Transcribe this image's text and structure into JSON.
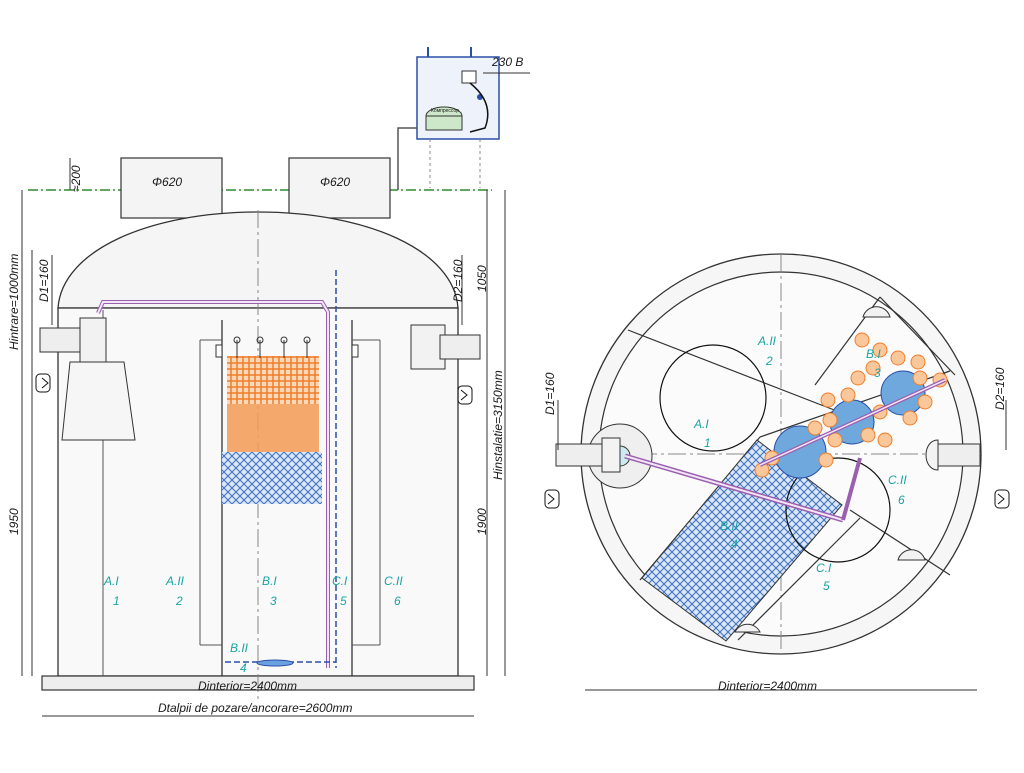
{
  "power": {
    "label": "230 В",
    "compressor": "Компрессор"
  },
  "side_view": {
    "top_offset": "≈200",
    "cover_left": "Φ620",
    "cover_right": "Φ620",
    "h_intrare": "Hintrare=1000mm",
    "d1": "D1=160",
    "d2": "D2=160",
    "h_1050": "1050",
    "h_instalatie": "Hinstalatie=3150mm",
    "h_1950": "1950",
    "h_1900": "1900",
    "d_interior": "Dinterior=2400mm",
    "d_talpii": "Dtalpii de pozare/ancorare=2600mm",
    "zones": [
      {
        "code": "A.I",
        "num": "1"
      },
      {
        "code": "A.II",
        "num": "2"
      },
      {
        "code": "B.I",
        "num": "3"
      },
      {
        "code": "C.I",
        "num": "5"
      },
      {
        "code": "C.II",
        "num": "6"
      },
      {
        "code": "B.II",
        "num": "4"
      }
    ]
  },
  "top_view": {
    "d1": "D1=160",
    "d2": "D2=160",
    "d_interior": "Dinterior=2400mm",
    "zones": [
      {
        "code": "A.II",
        "num": "2"
      },
      {
        "code": "B.I",
        "num": "3"
      },
      {
        "code": "A.I",
        "num": "1"
      },
      {
        "code": "C.II",
        "num": "6"
      },
      {
        "code": "B.II",
        "num": "4"
      },
      {
        "code": "C.I",
        "num": "5"
      }
    ]
  },
  "colors": {
    "line": "#333333",
    "ground": "#2e8b2e",
    "pipe": "#2a4fa8",
    "media_orange": "#f07d2a",
    "media_blue": "#3a78c8",
    "zone_text": "#1aa3a3"
  }
}
